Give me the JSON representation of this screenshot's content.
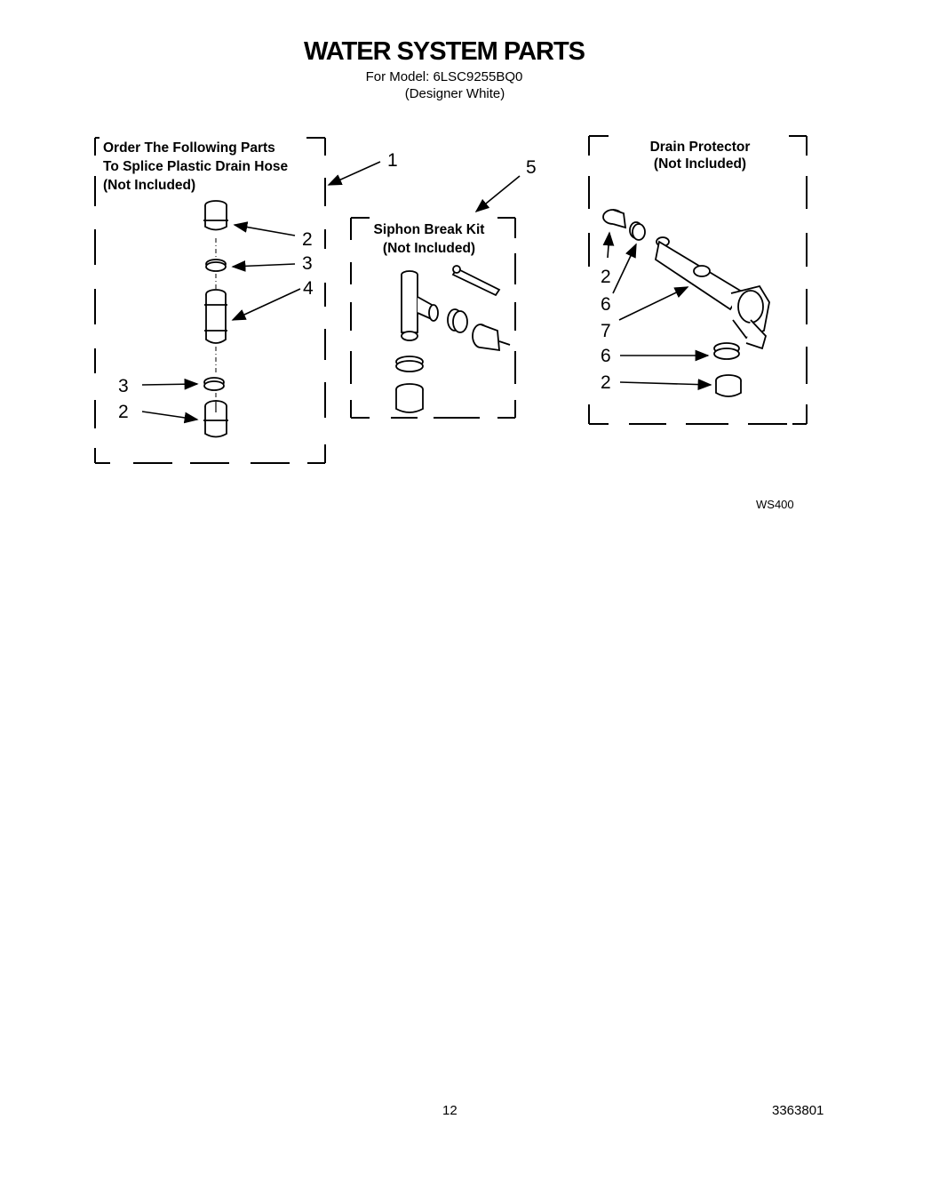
{
  "header": {
    "title": "WATER SYSTEM PARTS",
    "model_line": "For Model: 6LSC9255BQ0",
    "color_line": "(Designer White)"
  },
  "box_left": {
    "line1": "Order The Following Parts",
    "line2": "To Splice Plastic Drain Hose",
    "line3": "(Not Included)"
  },
  "box_middle": {
    "line1": "Siphon Break Kit",
    "line2": "(Not Included)"
  },
  "box_right": {
    "line1": "Drain Protector",
    "line2": "(Not Included)"
  },
  "callouts": {
    "c1": "1",
    "c5": "5",
    "l2a": "2",
    "l3a": "3",
    "l4": "4",
    "l3b": "3",
    "l2b": "2",
    "r2a": "2",
    "r6a": "6",
    "r7": "7",
    "r6b": "6",
    "r2b": "2"
  },
  "footer": {
    "diagram_code": "WS400",
    "page_number": "12",
    "doc_number": "3363801"
  }
}
